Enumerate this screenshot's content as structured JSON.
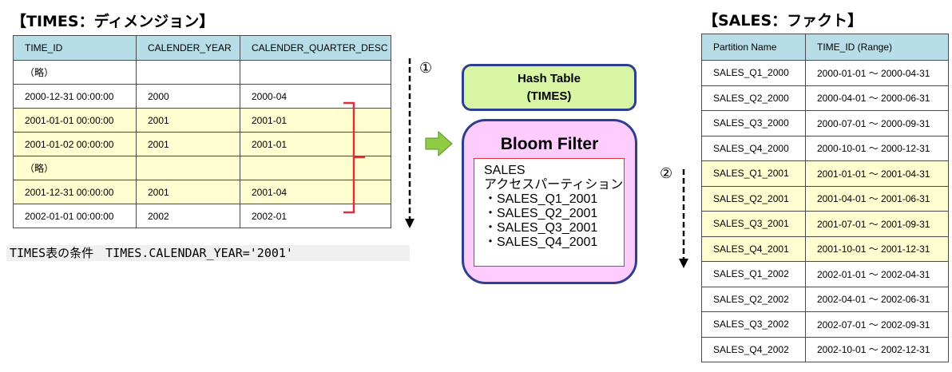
{
  "times": {
    "title": "【TIMES：ディメンジョン】",
    "columns": [
      "TIME_ID",
      "CALENDER_YEAR",
      "CALENDER_QUARTER_DESC"
    ],
    "rows": [
      {
        "cells": [
          "（略）",
          "",
          ""
        ],
        "highlight": false
      },
      {
        "cells": [
          "2000-12-31 00:00:00",
          "2000",
          "2000-04"
        ],
        "highlight": false
      },
      {
        "cells": [
          "2001-01-01 00:00:00",
          "2001",
          "2001-01"
        ],
        "highlight": true
      },
      {
        "cells": [
          "2001-01-02 00:00:00",
          "2001",
          "2001-01"
        ],
        "highlight": true
      },
      {
        "cells": [
          "（略）",
          "",
          ""
        ],
        "highlight": true
      },
      {
        "cells": [
          "2001-12-31 00:00:00",
          "2001",
          "2001-04"
        ],
        "highlight": true
      },
      {
        "cells": [
          "2002-01-01 00:00:00",
          "2002",
          "2002-01"
        ],
        "highlight": false
      }
    ],
    "condition": "TIMES表の条件　TIMES.CALENDAR_YEAR='2001'"
  },
  "steps": {
    "step1": "①",
    "step2": "②"
  },
  "hash_table": {
    "line1": "Hash Table",
    "line2": "(TIMES)"
  },
  "bloom_filter": {
    "title": "Bloom Filter",
    "lines": [
      "SALES",
      "アクセスパーティションリスト",
      "・SALES_Q1_2001",
      "・SALES_Q2_2001",
      "・SALES_Q3_2001",
      "・SALES_Q4_2001"
    ]
  },
  "sales": {
    "title": "【SALES：ファクト】",
    "columns": [
      "Partition Name",
      "TIME_ID (Range)"
    ],
    "rows": [
      {
        "cells": [
          "SALES_Q1_2000",
          "2000-01-01 ～ 2000-04-31"
        ],
        "highlight": false
      },
      {
        "cells": [
          "SALES_Q2_2000",
          "2000-04-01 ～ 2000-06-31"
        ],
        "highlight": false
      },
      {
        "cells": [
          "SALES_Q3_2000",
          "2000-07-01 ～ 2000-09-31"
        ],
        "highlight": false
      },
      {
        "cells": [
          "SALES_Q4_2000",
          "2000-10-01 ～ 2000-12-31"
        ],
        "highlight": false
      },
      {
        "cells": [
          "SALES_Q1_2001",
          "2001-01-01 ～ 2001-04-31"
        ],
        "highlight": true
      },
      {
        "cells": [
          "SALES_Q2_2001",
          "2001-04-01 ～ 2001-06-31"
        ],
        "highlight": true
      },
      {
        "cells": [
          "SALES_Q3_2001",
          "2001-07-01 ～ 2001-09-31"
        ],
        "highlight": true
      },
      {
        "cells": [
          "SALES_Q4_2001",
          "2001-10-01 ～ 2001-12-31"
        ],
        "highlight": true
      },
      {
        "cells": [
          "SALES_Q1_2002",
          "2002-01-01 ～ 2002-04-31"
        ],
        "highlight": false
      },
      {
        "cells": [
          "SALES_Q2_2002",
          "2002-04-01 ～ 2002-06-31"
        ],
        "highlight": false
      },
      {
        "cells": [
          "SALES_Q3_2002",
          "2002-07-01 ～ 2002-09-31"
        ],
        "highlight": false
      },
      {
        "cells": [
          "SALES_Q4_2002",
          "2002-10-01 ～ 2002-12-31"
        ],
        "highlight": false
      }
    ]
  },
  "colors": {
    "header_bg": "#b7dde8",
    "highlight_bg": "#fefed0",
    "hash_bg": "#d7f5a3",
    "bloom_bg": "#ffccff",
    "box_border": "#2f3f8f",
    "bracket": "#e0303a",
    "arrow_green": "#8fcc44"
  }
}
